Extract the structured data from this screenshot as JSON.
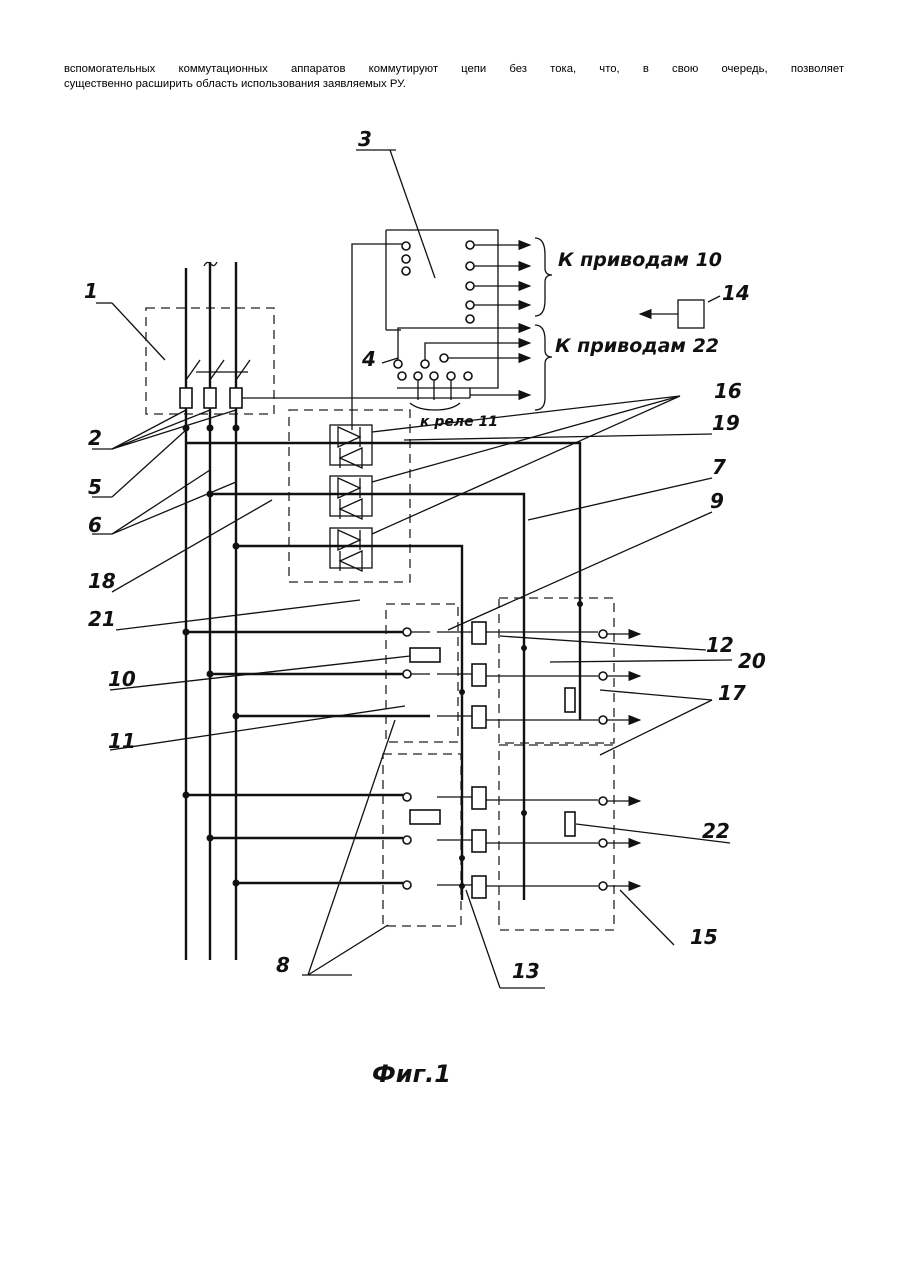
{
  "paragraph": {
    "line1": "вспомогательных коммутационных аппаратов коммутируют цепи без тока, что, в свою очередь, позволяет",
    "line2": "существенно расширить область использования заявляемых РУ."
  },
  "figure": {
    "caption": "Фиг.1",
    "drive_label_10": "К приводам 10",
    "drive_label_22": "К приводам 22",
    "relay_label": "к реле 11",
    "labels": [
      "1",
      "2",
      "3",
      "4",
      "5",
      "6",
      "7",
      "8",
      "9",
      "10",
      "11",
      "12",
      "13",
      "14",
      "15",
      "16",
      "17",
      "18",
      "19",
      "20",
      "21",
      "22"
    ]
  }
}
